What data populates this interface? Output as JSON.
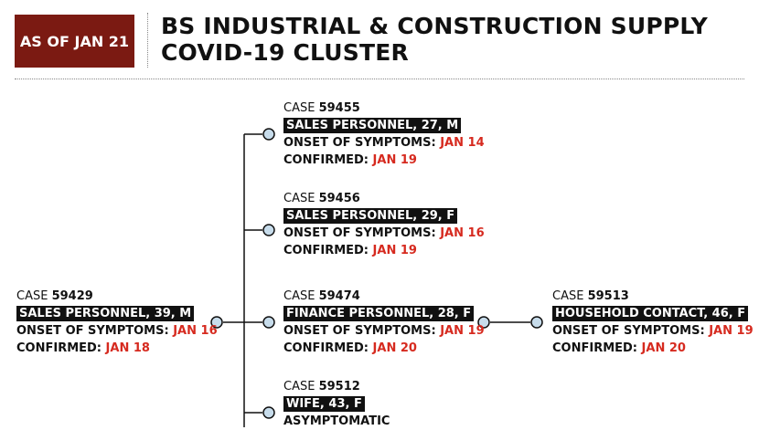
{
  "header": {
    "badge": "AS OF JAN 21",
    "title_line1": "BS INDUSTRIAL & CONSTRUCTION SUPPLY",
    "title_line2": "COVID-19 CLUSTER"
  },
  "labels": {
    "case_prefix": "CASE ",
    "onset": "ONSET OF SYMPTOMS: ",
    "confirmed": "CONFIRMED: "
  },
  "cases": {
    "c59429": {
      "number": "59429",
      "desc": "SALES PERSONNEL, 39, M",
      "onset": "JAN 16",
      "confirmed": "JAN 18"
    },
    "c59455": {
      "number": "59455",
      "desc": "SALES PERSONNEL, 27, M",
      "onset": "JAN 14",
      "confirmed": "JAN 19"
    },
    "c59456": {
      "number": "59456",
      "desc": "SALES PERSONNEL, 29, F",
      "onset": "JAN 16",
      "confirmed": "JAN 19"
    },
    "c59474": {
      "number": "59474",
      "desc": "FINANCE PERSONNEL, 28, F",
      "onset": "JAN 19",
      "confirmed": "JAN 20"
    },
    "c59513": {
      "number": "59513",
      "desc": "HOUSEHOLD CONTACT, 46, F",
      "onset": "JAN 19",
      "confirmed": "JAN 20"
    },
    "c59512": {
      "number": "59512",
      "desc": "WIFE, 43, F",
      "status": "ASYMPTOMATIC"
    }
  }
}
